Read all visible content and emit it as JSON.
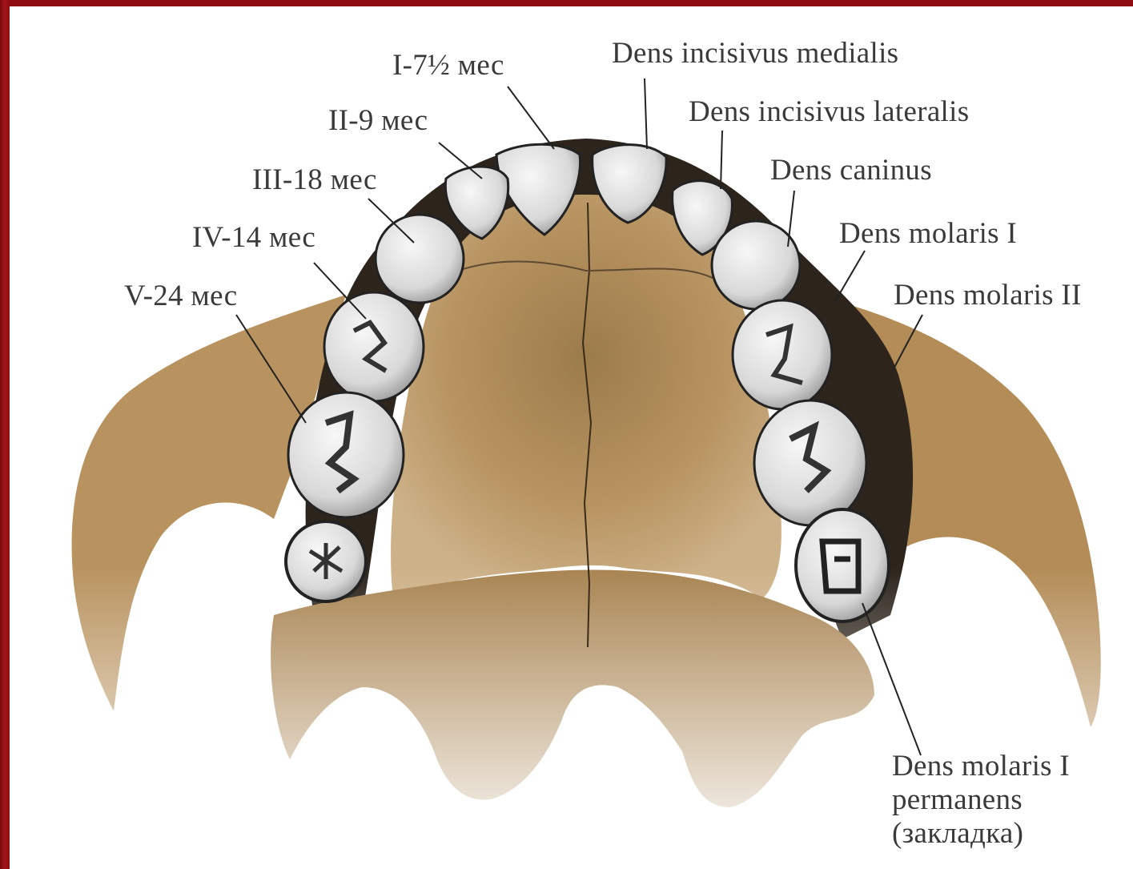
{
  "labels_left": {
    "l1": "I-7½ мес",
    "l2": "II-9 мес",
    "l3": "III-18 мес",
    "l4": "IV-14 мес",
    "l5": "V-24 мес"
  },
  "labels_right": {
    "r1": "Dens incisivus medialis",
    "r2": "Dens incisivus lateralis",
    "r3": "Dens caninus",
    "r4": "Dens molaris I",
    "r5": "Dens molaris II"
  },
  "label_bottom_right": {
    "line1": "Dens molaris I",
    "line2": "permanens",
    "line3": "(закладка)"
  },
  "colors": {
    "frame": "#8e0c10",
    "bone": "#b08a55",
    "bone_dark": "#6e5532",
    "gum": "#2d251c",
    "tooth": "#e9e9e9",
    "text": "#3a3a3a"
  }
}
